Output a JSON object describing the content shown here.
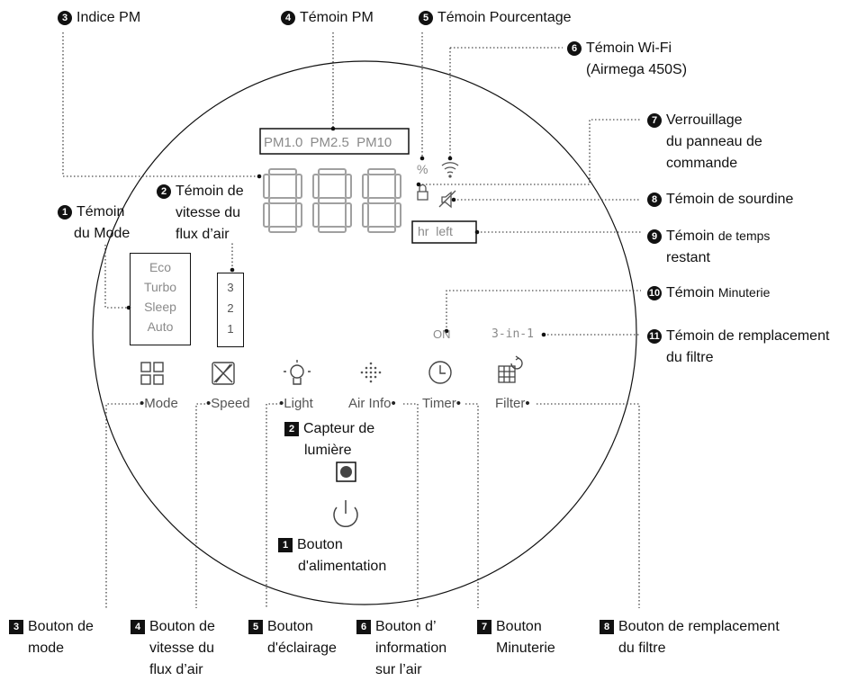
{
  "top_labels": {
    "pm_index": {
      "num": "3",
      "text": "Indice PM"
    },
    "pm_indicator": {
      "num": "4",
      "text": "Témoin PM"
    },
    "percent_indicator": {
      "num": "5",
      "text": "Témoin Pourcentage"
    },
    "wifi_indicator": {
      "num": "6",
      "line1": "Témoin Wi-Fi",
      "line2": "(Airmega 450S)"
    }
  },
  "right_labels": {
    "panel_lock": {
      "num": "7",
      "line1": "Verrouillage",
      "line2": "du panneau de",
      "line3": "commande"
    },
    "mute": {
      "num": "8",
      "text": "Témoin de sourdine"
    },
    "time_left": {
      "num": "9",
      "line1a": "Témoin",
      "line1b": "de temps",
      "line2": "restant"
    },
    "timer": {
      "num": "10",
      "line1a": "Témoin",
      "line1b": "Minuterie"
    },
    "filter_replace": {
      "num": "11",
      "line1": "Témoin de remplacement",
      "line2": "du filtre"
    }
  },
  "left_labels": {
    "mode_indicator": {
      "num": "1",
      "line1": "Témoin",
      "line2": "du Mode"
    },
    "airflow_indicator": {
      "num": "2",
      "line1": "Témoin de",
      "line2": "vitesse du",
      "line3": "flux d’air"
    }
  },
  "display": {
    "pm_labels": [
      "PM1.0",
      "PM2.5",
      "PM10"
    ],
    "percent": "%",
    "hr_left": "hr  left",
    "on": "ON",
    "filter_badge": "3-in-1",
    "modes": [
      "Eco",
      "Turbo",
      "Sleep",
      "Auto"
    ],
    "speeds": [
      "3",
      "2",
      "1"
    ]
  },
  "buttons": {
    "mode": "Mode",
    "speed": "Speed",
    "light": "Light",
    "air_info": "Air Info",
    "timer": "Timer",
    "filter": "Filter"
  },
  "sensor": {
    "num": "2",
    "line1": "Capteur de",
    "line2": "lumière"
  },
  "power": {
    "num": "1",
    "line1": "Bouton",
    "line2": "d'alimentation"
  },
  "bottom_labels": {
    "b3": {
      "num": "3",
      "line1": "Bouton de",
      "line2": "mode"
    },
    "b4": {
      "num": "4",
      "line1": "Bouton de",
      "line2": "vitesse du",
      "line3": "flux d’air"
    },
    "b5": {
      "num": "5",
      "line1": "Bouton",
      "line2": "d'éclairage"
    },
    "b6": {
      "num": "6",
      "line1": "Bouton d’",
      "line2": "information",
      "line3": "sur l’air"
    },
    "b7": {
      "num": "7",
      "line1": "Bouton",
      "line2": "Minuterie"
    },
    "b8": {
      "num": "8",
      "line1": "Bouton de remplacement",
      "line2": "du filtre"
    }
  },
  "icons": [
    "mode-grid-icon",
    "fan-icon",
    "light-bulb-icon",
    "air-info-dots-icon",
    "clock-icon",
    "filter-grid-icon",
    "power-icon",
    "lock-icon",
    "mute-icon",
    "wifi-icon"
  ],
  "colors": {
    "line": "#111111",
    "segment": "#9a9a9a",
    "label_gray": "#8a8a8a"
  }
}
